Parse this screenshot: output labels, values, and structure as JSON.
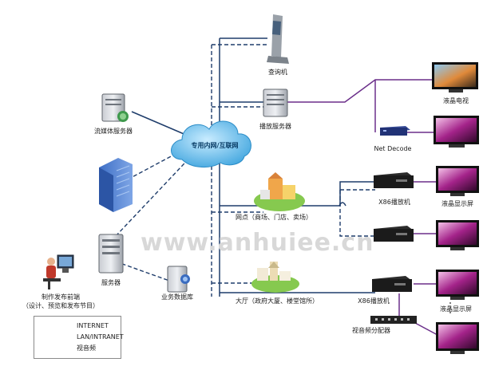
{
  "watermark": "www.anhuiee.cn",
  "cloud_label": "专用内网/互联网",
  "nodes": {
    "kiosk": "查询机",
    "play_server": "播放服务器",
    "streaming_server": "流媒体服务器",
    "net_decode": "Net Decode",
    "lcd_tv": "液晶电视",
    "x86_player_1": "X86播放机",
    "lcd_display_1": "液晶显示屏",
    "outlet": "网点（商场、门店、卖场）",
    "server": "服务器",
    "database": "业务数据库",
    "workstation_line1": "制作发布前端",
    "workstation_line2": "（设计、预览和发布节目）",
    "lobby": "大厅（政府大厦、楼堂馆所）",
    "x86_player_2": "X86播放机",
    "lcd_display_2": "液晶显示屏",
    "av_splitter": "视音频分配器"
  },
  "legend": {
    "internet": "INTERNET",
    "lan": "LAN/INTRANET",
    "av": "视音频"
  },
  "colors": {
    "internet": "#1f3d6b",
    "lan": "#1f3d6b",
    "av": "#6b2f8a",
    "cloud": "#5bb8e8"
  }
}
